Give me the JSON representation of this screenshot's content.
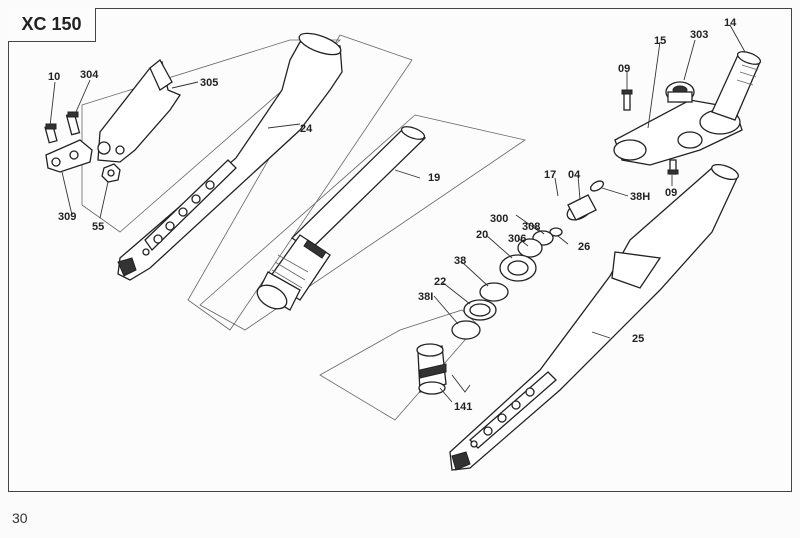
{
  "title": "XC 150",
  "page_number": "30",
  "callouts": {
    "c10": "10",
    "c304": "304",
    "c305": "305",
    "c309": "309",
    "c55": "55",
    "c24": "24",
    "c19": "19",
    "c14": "14",
    "c15": "15",
    "c303": "303",
    "c09a": "09",
    "c09b": "09",
    "c17": "17",
    "c04": "04",
    "c38H": "38H",
    "c300": "300",
    "c308": "308",
    "c306": "306",
    "c26": "26",
    "c20": "20",
    "c38": "38",
    "c22": "22",
    "c38I": "38I",
    "c25": "25",
    "c141": "141"
  }
}
